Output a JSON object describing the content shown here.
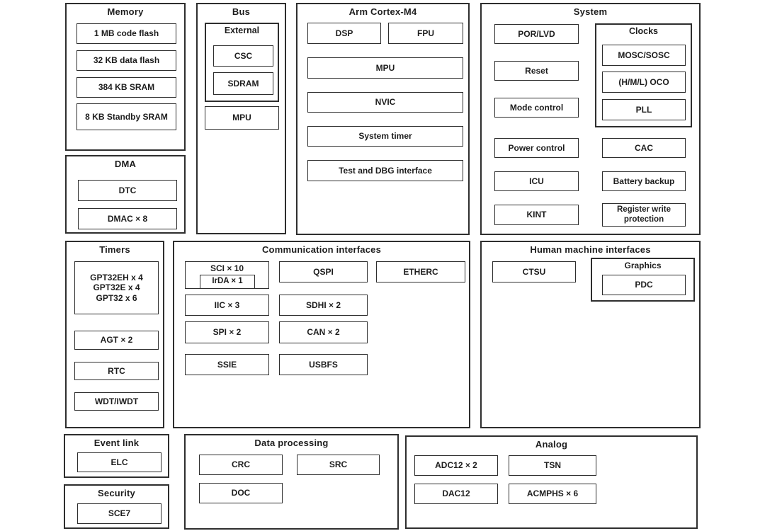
{
  "colors": {
    "border": "#2e2e2e",
    "text": "#1d1d1d",
    "background": "#ffffff"
  },
  "sections": {
    "memory": {
      "title": "Memory",
      "code_flash": "1 MB code flash",
      "data_flash": "32 KB data flash",
      "sram": "384 KB SRAM",
      "standby_sram": "8 KB Standby SRAM"
    },
    "dma": {
      "title": "DMA",
      "dtc": "DTC",
      "dmac": "DMAC × 8"
    },
    "bus": {
      "title": "Bus",
      "external": {
        "title": "External",
        "csc": "CSC",
        "sdram": "SDRAM"
      },
      "mpu": "MPU"
    },
    "cortex": {
      "title": "Arm Cortex-M4",
      "dsp": "DSP",
      "fpu": "FPU",
      "mpu": "MPU",
      "nvic": "NVIC",
      "system_timer": "System timer",
      "test_dbg": "Test and DBG interface"
    },
    "system": {
      "title": "System",
      "por_lvd": "POR/LVD",
      "reset": "Reset",
      "mode_control": "Mode control",
      "power_control": "Power control",
      "icu": "ICU",
      "kint": "KINT",
      "clocks": {
        "title": "Clocks",
        "mosc_sosc": "MOSC/SOSC",
        "oco": "(H/M/L) OCO",
        "pll": "PLL"
      },
      "cac": "CAC",
      "battery_backup": "Battery backup",
      "register_write_protection": "Register write protection"
    },
    "timers": {
      "title": "Timers",
      "gpt_line1": "GPT32EH x 4",
      "gpt_line2": "GPT32E x 4",
      "gpt_line3": "GPT32 x 6",
      "agt": "AGT × 2",
      "rtc": "RTC",
      "wdt": "WDT/IWDT"
    },
    "comm": {
      "title": "Communication interfaces",
      "sci": "SCI × 10",
      "irda": "IrDA × 1",
      "qspi": "QSPI",
      "etherc": "ETHERC",
      "iic": "IIC × 3",
      "sdhi": "SDHI × 2",
      "spi": "SPI × 2",
      "can": "CAN × 2",
      "ssie": "SSIE",
      "usbfs": "USBFS"
    },
    "hmi": {
      "title": "Human machine interfaces",
      "ctsu": "CTSU",
      "graphics": {
        "title": "Graphics",
        "pdc": "PDC"
      }
    },
    "event_link": {
      "title": "Event link",
      "elc": "ELC"
    },
    "security": {
      "title": "Security",
      "sce7": "SCE7"
    },
    "data_processing": {
      "title": "Data processing",
      "crc": "CRC",
      "src": "SRC",
      "doc": "DOC"
    },
    "analog": {
      "title": "Analog",
      "adc": "ADC12 × 2",
      "tsn": "TSN",
      "dac": "DAC12",
      "acmphs": "ACMPHS × 6"
    }
  }
}
